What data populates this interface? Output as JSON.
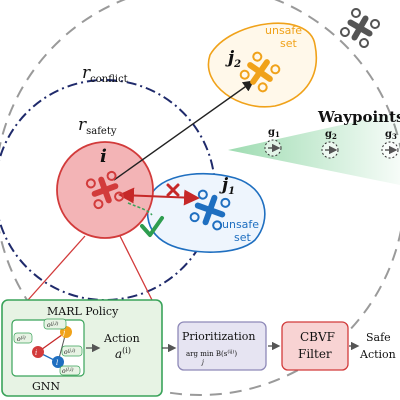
{
  "labels": {
    "r_conflict": "r",
    "r_conflict_sub": "conflict",
    "r_safety": "r",
    "r_safety_sub": "safety",
    "agent_i": "i",
    "agent_j1": "j",
    "agent_j1_sub": "1",
    "agent_j2": "j",
    "agent_j2_sub": "2",
    "unsafe_set_orange_1": "unsafe",
    "unsafe_set_orange_2": "set",
    "unsafe_set_blue_1": "unsafe",
    "unsafe_set_blue_2": "set",
    "waypoints": "Waypoints",
    "g1": "g",
    "g1_sub": "1",
    "g2": "g",
    "g2_sub": "2",
    "g3": "g",
    "g3_sub": "3"
  },
  "pipeline": {
    "marl_title": "MARL Policy",
    "gnn": "GNN",
    "action_label": "Action",
    "action_sym": "a",
    "action_sup": "(i)",
    "prioritization": "Prioritization",
    "prioritization_formula": "arg min B(s",
    "prioritization_formula_sup": "(ij)",
    "prioritization_formula_close": ")",
    "prioritization_sub": "j",
    "cbvf_1": "CBVF",
    "cbvf_2": "Filter",
    "safe_1": "Safe",
    "safe_2": "Action"
  },
  "graph_nodes": {
    "center": "i",
    "top": "j",
    "bottom": "l",
    "o_top": "o",
    "o_top_sup": "(j,l)",
    "o_left": "o",
    "o_left_sup": "(i)",
    "o_right": "o",
    "o_right_sup": "(j,i)",
    "o_bottom": "o",
    "o_bottom_sup": "(l,i)"
  },
  "colors": {
    "red": "#d23b3b",
    "red_fill": "#f3b4b6",
    "blue": "#1f6fc0",
    "orange": "#f0a21a",
    "green": "#3aa35a",
    "green_fill": "#e7f3e4",
    "purple_box": "#e6e4f2",
    "pink_box": "#f8d3d3",
    "navy": "#1f2a6b"
  }
}
